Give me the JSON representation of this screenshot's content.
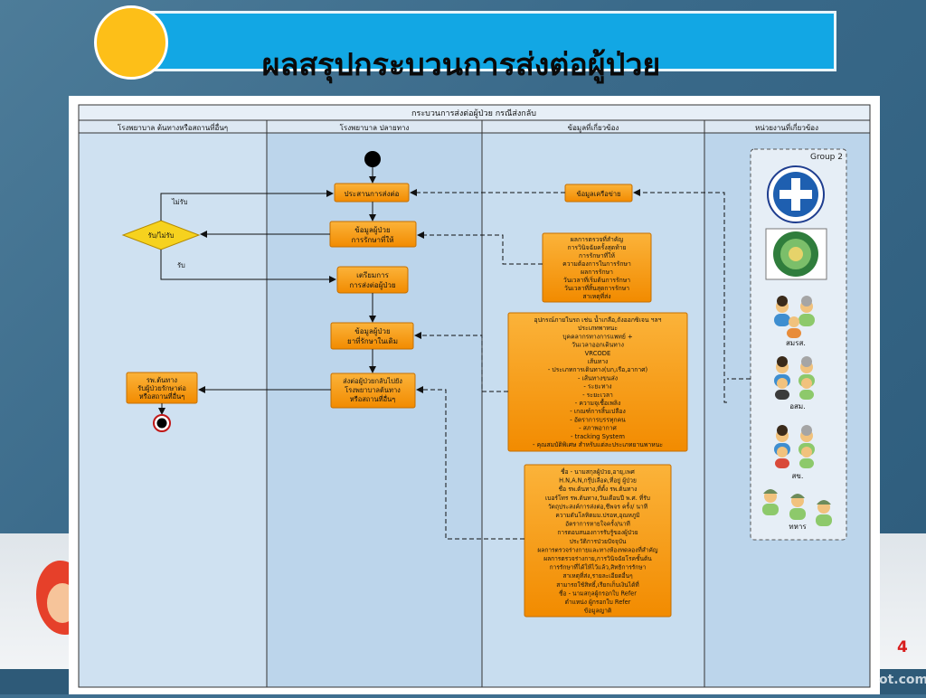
{
  "title": "ผลสรุปกระบวนการส่งต่อผู้ป่วย",
  "page_number": "4",
  "watermark": "ot.com",
  "colors": {
    "title_bar": "#12a7e4",
    "title_circle": "#fdbf18",
    "box_fill": "#f79a0c",
    "lane_fill": "#b9d3ea"
  },
  "diagram": {
    "heading": "กระบวนการส่งต่อผู้ป่วย กรณีส่งกลับ",
    "lanes": [
      "โรงพยาบาล ต้นทางหรือสถานที่อื่นๆ",
      "โรงพยาบาล ปลายทาง",
      "ข้อมูลที่เกี่ยวข้อง",
      "หน่วยงานที่เกี่ยวข้อง"
    ],
    "group_label": "Group 2",
    "decision": "รับ/ไม่รับ",
    "label_reject": "ไม่รับ",
    "label_accept": "รับ",
    "box_coordinate": "ประสานการส่งต่อ",
    "box_patient_treatment": [
      "ข้อมูลผู้ป่วย",
      "การรักษาที่ให้"
    ],
    "box_prepare": [
      "เตรียมการ",
      "การส่งต่อผู้ป่วย"
    ],
    "box_medication": [
      "ข้อมูลผู้ป่วย",
      "ยาที่รักษาในเดิม"
    ],
    "box_send": [
      "ส่งต่อผู้ป่วยกลับไปยัง",
      "โรงพยาบาลต้นทาง",
      "หรือสถานที่อื่นๆ"
    ],
    "box_origin": [
      "รพ.ต้นทาง",
      "รับผู้ป่วยรักษาต่อ",
      "หรือสถานที่อื่นๆ"
    ],
    "box_network": "ข้อมูลเครือข่าย",
    "info_results": [
      "ผลการตรวจที่สำคัญ",
      "การวินิจฉัยครั้งสุดท้าย",
      "การรักษาที่ให้",
      "ความต้องการในการรักษา",
      "ผลการรักษา",
      "วันเวลาที่เริ่มต้นการรักษา",
      "วันเวลาที่สิ้นสุดการรักษา",
      "สาเหตุที่ส่ง"
    ],
    "info_transport": [
      "อุปกรณ์ภายในรถ เช่น น้ำเกลือ,ถังออกซิเจน ฯลฯ",
      "ประเภทพาหนะ",
      "บุคคลากรทางการแพทย์ +",
      "วันเวลาออกเดินทาง",
      "VRCODE",
      "เส้นทาง",
      "- ประเภทการเดินทาง(บก,เรือ,อากาศ)",
      "- เส้นทางขนส่ง",
      "- ระยะทาง",
      "- ระยะเวลา",
      "- ความจุเชื้อเพลิง",
      "- เกณฑ์การสิ้นเปลือง",
      "- อัตราการบรรทุกคน",
      "- สภาพอากาศ",
      "- tracking System",
      "- คุณสมบัติพิเศษ สำหรับแต่ละประเภทยานพาหนะ"
    ],
    "info_patient": [
      "ชื่อ - นามสกุลผู้ป่วย,อายุ,เพศ",
      "H.N,A.N,กรุ๊ปเลือด,ที่อยู่ ผู้ป่วย",
      "ชื่อ รพ.ต้นทาง,ที่ตั้ง รพ.ต้นทาง",
      "เบอร์โทร รพ.ต้นทาง,วันเดือนปี พ.ศ. ที่รับ",
      "วัตถุประสงค์การส่งต่อ,ชีพจร ครั้ง/ นาที",
      "ความดันโลหิตมม.ปรอท,อุณหภูมิ",
      "อัตราการหายใจครั้ง/นาที",
      "การตอบสนองการรับรู้ของผู้ป่วย",
      "ประวัติการป่วยปัจจุบัน",
      "ผลการตรวจร่างกายและทางห้องทดลองที่สำคัญ",
      "ผลการตรวจร่างกาย,การวินิจฉัยโรคชั้นต้น",
      "การรักษาที่ได้ให้ไว้แล้ว,สิทธิการรักษา",
      "สาเหตุที่ส่ง,รายละเอียดอื่นๆ",
      "สามารถใช้สิทธิ์,เรียกเก็บเงินได้ที่",
      "ชื่อ - นามสกุลผู้กรอกใบ Refer",
      "ตำแหน่ง ผู้กรอกใบ Refer",
      "ข้อมูลญาติ"
    ],
    "people_labels": [
      "สมรส.",
      "อสม.",
      "สข.",
      "ทหาร"
    ]
  }
}
